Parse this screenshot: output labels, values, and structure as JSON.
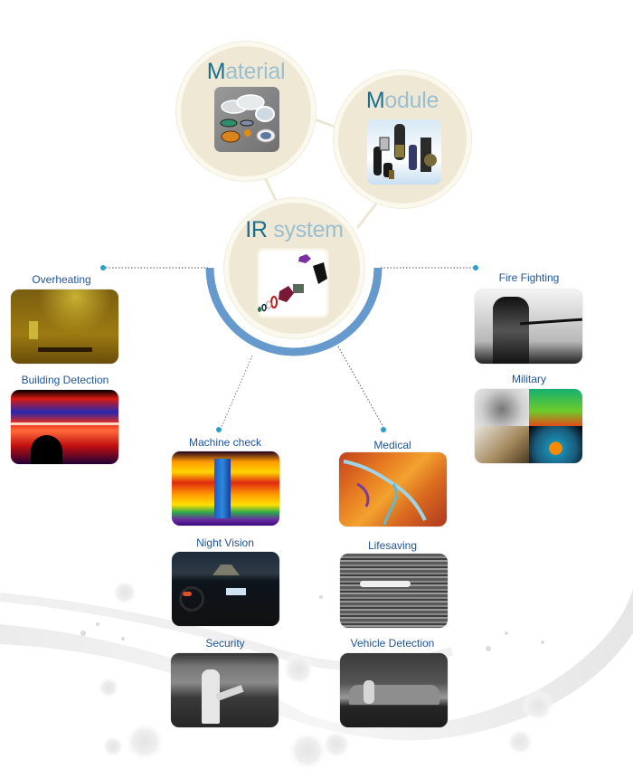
{
  "core_nodes": [
    {
      "id": "material",
      "cap": "M",
      "rest": "aterial",
      "image": "ir-optical-lenses"
    },
    {
      "id": "module",
      "cap": "M",
      "rest": "odule",
      "image": "ir-lens-modules"
    },
    {
      "id": "ir_system",
      "cap": "IR",
      "rest": " system",
      "image": "exploded-camera-assembly"
    }
  ],
  "applications": [
    {
      "label": "Overheating",
      "image": "thermal-electrical-panel"
    },
    {
      "label": "Building Detection",
      "image": "thermal-building-facade"
    },
    {
      "label": "Fire Fighting",
      "image": "firefighter-with-hose"
    },
    {
      "label": "Military",
      "image": "military-collage"
    },
    {
      "label": "Machine check",
      "image": "thermal-machine-belt"
    },
    {
      "label": "Medical",
      "image": "thermal-vein-map"
    },
    {
      "label": "Night Vision",
      "image": "car-dashboard-night"
    },
    {
      "label": "Lifesaving",
      "image": "swimmer-in-water-thermal"
    },
    {
      "label": "Security",
      "image": "intruder-climbing-fence-thermal"
    },
    {
      "label": "Vehicle Detection",
      "image": "vehicle-passengers-thermal"
    }
  ],
  "colors": {
    "circle_fill": "#efe8d5",
    "title_accent": "#1b6e8e",
    "title_rest": "#9bbfcf",
    "arc": "#6699cc",
    "label": "#1f5495",
    "node_dot": "#2aa0cc"
  }
}
